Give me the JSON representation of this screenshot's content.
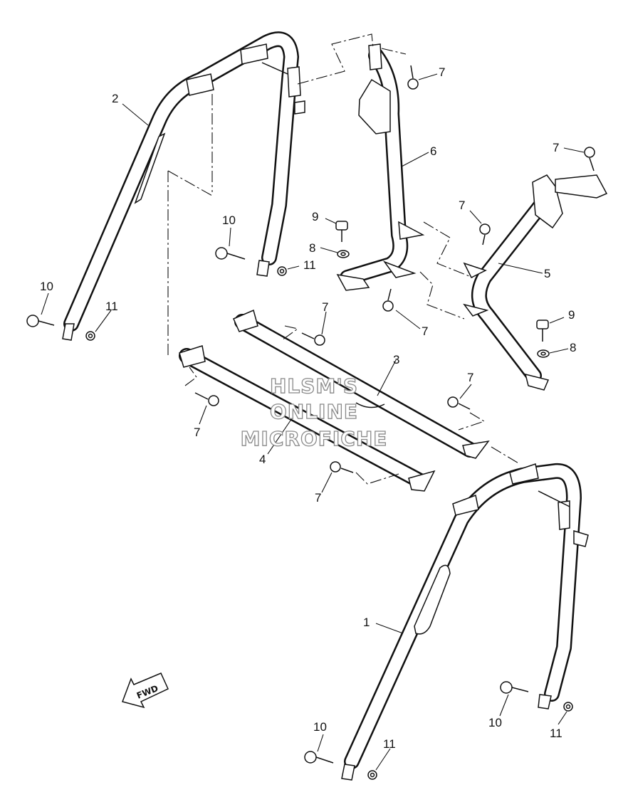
{
  "parts": [
    {
      "ref": "1"
    },
    {
      "ref": "2"
    },
    {
      "ref": "3"
    },
    {
      "ref": "4"
    },
    {
      "ref": "5"
    },
    {
      "ref": "6"
    },
    {
      "ref": "7"
    },
    {
      "ref": "8"
    },
    {
      "ref": "9"
    },
    {
      "ref": "10"
    },
    {
      "ref": "11"
    }
  ],
  "watermark": {
    "line1": "HLSM'S",
    "line2": "ONLINE",
    "line3": "MICROFICHE"
  },
  "direction_arrow": {
    "label": "FWD",
    "icon": "forward-arrow-icon"
  }
}
